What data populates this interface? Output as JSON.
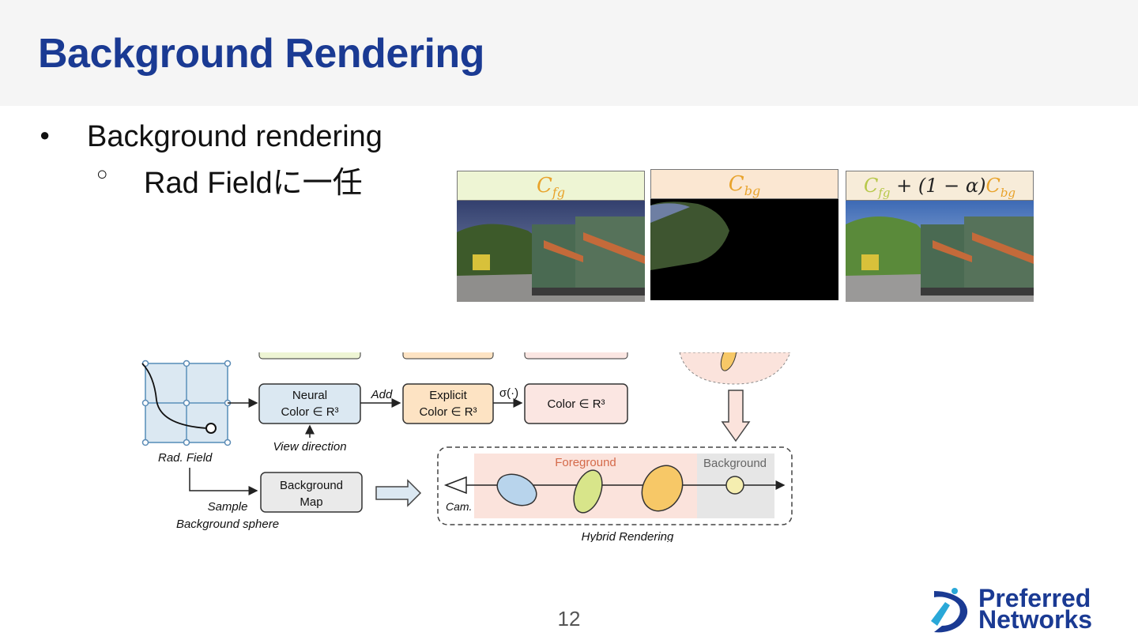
{
  "slide": {
    "title": "Background Rendering",
    "bullets": [
      {
        "text": "Background rendering",
        "level": 1
      },
      {
        "text": "Rad Fieldに一任",
        "level": 2
      }
    ],
    "page_number": "12"
  },
  "panels": [
    {
      "label": "Cfg",
      "label_bg": "#eef5d4"
    },
    {
      "label": "Cbg",
      "label_bg": "#fbe7d2"
    },
    {
      "label": "Cfg + (1 − α)Cbg",
      "label_bg": "#f7ecd9"
    }
  ],
  "diagram": {
    "grid_label": "Rad. Field",
    "neural_color": [
      "Neural",
      "Color ∈ R³"
    ],
    "add_label": "Add",
    "explicit_color": [
      "Explicit",
      "Color ∈ R³"
    ],
    "sigma_label": "σ(·)",
    "color_out": "Color ∈ R³",
    "view_direction": "View direction",
    "background_map": [
      "Background",
      "Map"
    ],
    "sample_label": "Sample",
    "sphere_label": "Background sphere",
    "foreground_label": "Foreground",
    "background_label": "Background",
    "cam_label": "Cam.",
    "hybrid_label": "Hybrid Rendering"
  },
  "logo": {
    "line1": "Preferred",
    "line2": "Networks"
  },
  "colors": {
    "title": "#1a3a93",
    "accent_orange": "#e8a32c",
    "box_blue": "#dbe8f2",
    "box_orange": "#fde3c3",
    "box_pink": "#fbe6e2"
  }
}
